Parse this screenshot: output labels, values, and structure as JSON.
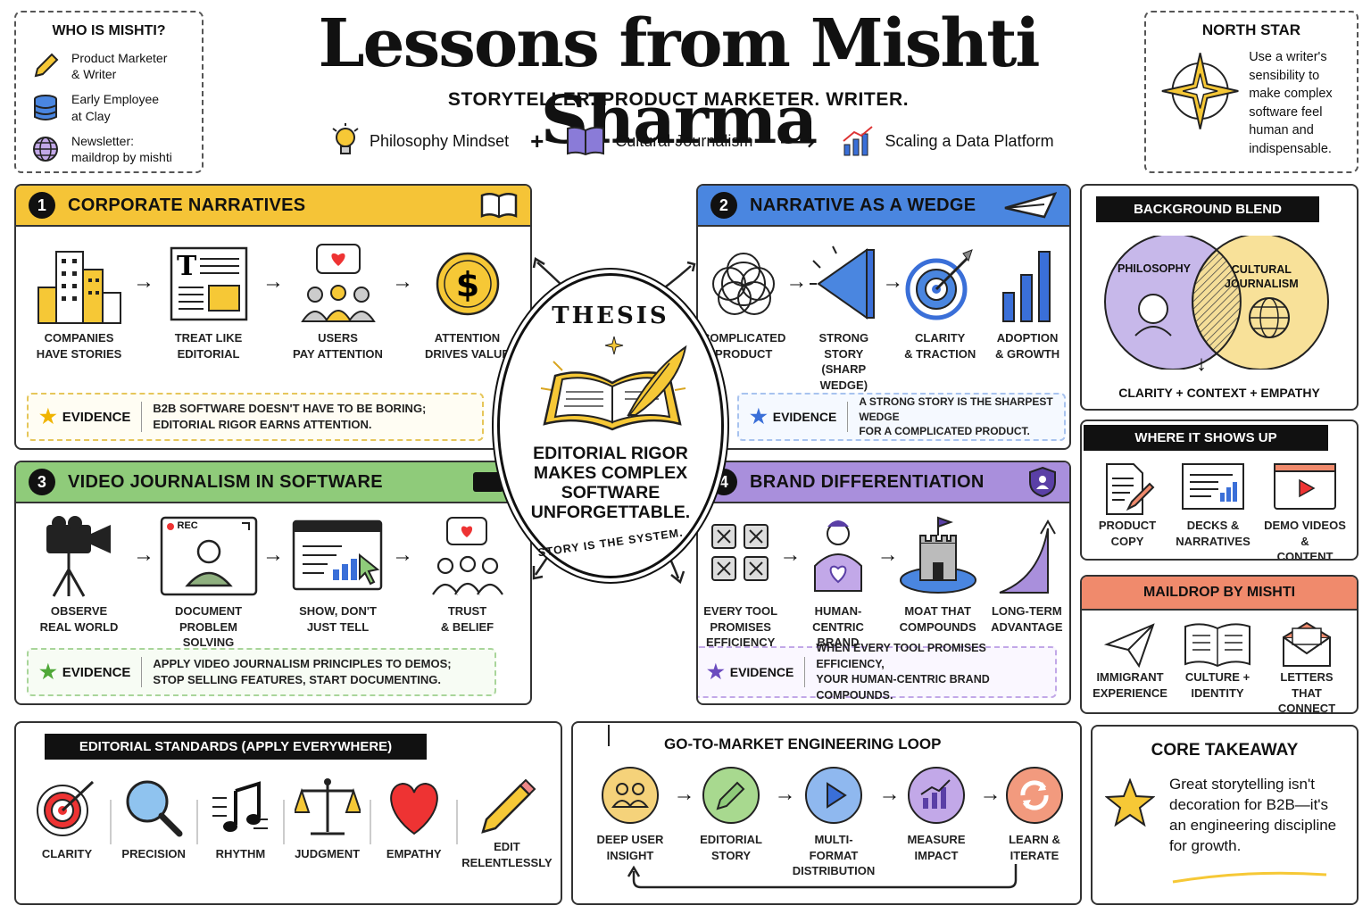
{
  "title": "Lessons from Mishti Sharma",
  "subtitle": "STORYTELLER. PRODUCT MARKETER. WRITER.",
  "formula": {
    "a": "Philosophy Mindset",
    "plus": "+",
    "b": "Cultural Journalism",
    "arrow": "⟶",
    "c": "Scaling a Data Platform"
  },
  "who": {
    "title": "WHO IS MISHTI?",
    "items": [
      {
        "icon": "pencil-icon",
        "line1": "Product Marketer",
        "line2": "& Writer"
      },
      {
        "icon": "database-icon",
        "line1": "Early Employee",
        "line2": "at Clay"
      },
      {
        "icon": "globe-icon",
        "line1": "Newsletter:",
        "line2": "maildrop by mishti"
      }
    ]
  },
  "north": {
    "title": "NORTH STAR",
    "text": "Use a writer's sensibility to make complex software feel human and indispensable."
  },
  "s1": {
    "num": "1",
    "title": "CORPORATE NARRATIVES",
    "color": "#f5c437",
    "steps": [
      {
        "l1": "COMPANIES",
        "l2": "HAVE STORIES"
      },
      {
        "l1": "TREAT LIKE",
        "l2": "EDITORIAL"
      },
      {
        "l1": "USERS",
        "l2": "PAY ATTENTION"
      },
      {
        "l1": "ATTENTION",
        "l2": "DRIVES VALUE"
      }
    ],
    "evidence": "EVIDENCE",
    "ev1": "B2B SOFTWARE DOESN'T HAVE TO BE BORING;",
    "ev2": "EDITORIAL RIGOR EARNS ATTENTION."
  },
  "s2": {
    "num": "2",
    "title": "NARRATIVE AS A WEDGE",
    "color": "#4a86e0",
    "steps": [
      {
        "l1": "COMPLICATED",
        "l2": "PRODUCT"
      },
      {
        "l1": "STRONG STORY",
        "l2": "(SHARP WEDGE)"
      },
      {
        "l1": "CLARITY",
        "l2": "& TRACTION"
      },
      {
        "l1": "ADOPTION",
        "l2": "& GROWTH"
      }
    ],
    "evidence": "EVIDENCE",
    "ev1": "A STRONG STORY IS THE SHARPEST WEDGE",
    "ev2": "FOR A COMPLICATED PRODUCT."
  },
  "s3": {
    "num": "3",
    "title": "VIDEO JOURNALISM IN SOFTWARE",
    "color": "#8fcb7a",
    "steps": [
      {
        "l1": "OBSERVE",
        "l2": "REAL WORLD"
      },
      {
        "l1": "DOCUMENT",
        "l2": "PROBLEM SOLVING"
      },
      {
        "l1": "SHOW, DON'T",
        "l2": "JUST TELL"
      },
      {
        "l1": "TRUST",
        "l2": "& BELIEF"
      }
    ],
    "rec": "REC",
    "evidence": "EVIDENCE",
    "ev1": "APPLY VIDEO JOURNALISM PRINCIPLES TO DEMOS;",
    "ev2": "STOP SELLING FEATURES, START DOCUMENTING."
  },
  "s4": {
    "num": "4",
    "title": "BRAND DIFFERENTIATION",
    "color": "#a98fdc",
    "steps": [
      {
        "l1": "EVERY TOOL",
        "l2": "PROMISES",
        "l3": "EFFICIENCY"
      },
      {
        "l1": "HUMAN-CENTRIC",
        "l2": "BRAND",
        "l3": ""
      },
      {
        "l1": "MOAT THAT",
        "l2": "COMPOUNDS",
        "l3": ""
      },
      {
        "l1": "LONG-TERM",
        "l2": "ADVANTAGE",
        "l3": ""
      }
    ],
    "evidence": "EVIDENCE",
    "ev1": "WHEN EVERY TOOL PROMISES EFFICIENCY,",
    "ev2": "YOUR HUMAN-CENTRIC BRAND COMPOUNDS."
  },
  "thesis": {
    "label": "THESIS",
    "text": "EDITORIAL RIGOR MAKES COMPLEX SOFTWARE UNFORGETTABLE.",
    "footer": "STORY IS THE SYSTEM."
  },
  "blend": {
    "title": "BACKGROUND BLEND",
    "left": "PHILOSOPHY",
    "right1": "CULTURAL",
    "right2": "JOURNALISM",
    "result": "CLARITY + CONTEXT + EMPATHY"
  },
  "where": {
    "title": "WHERE IT SHOWS UP",
    "items": [
      {
        "l1": "PRODUCT",
        "l2": "COPY"
      },
      {
        "l1": "DECKS &",
        "l2": "NARRATIVES"
      },
      {
        "l1": "DEMO VIDEOS &",
        "l2": "CONTENT"
      }
    ]
  },
  "maildrop": {
    "title": "MAILDROP BY MISHTI",
    "color": "#f08a6c",
    "items": [
      {
        "l1": "IMMIGRANT",
        "l2": "EXPERIENCE"
      },
      {
        "l1": "CULTURE +",
        "l2": "IDENTITY"
      },
      {
        "l1": "LETTERS",
        "l2": "THAT CONNECT"
      }
    ]
  },
  "standards": {
    "title": "EDITORIAL STANDARDS (APPLY EVERYWHERE)",
    "items": [
      {
        "l1": "CLARITY",
        "l2": ""
      },
      {
        "l1": "PRECISION",
        "l2": ""
      },
      {
        "l1": "RHYTHM",
        "l2": ""
      },
      {
        "l1": "JUDGMENT",
        "l2": ""
      },
      {
        "l1": "EMPATHY",
        "l2": ""
      },
      {
        "l1": "EDIT",
        "l2": "RELENTLESSLY"
      }
    ]
  },
  "loop": {
    "title": "GO-TO-MARKET ENGINEERING LOOP",
    "items": [
      {
        "l1": "DEEP USER",
        "l2": "INSIGHT",
        "color": "#f5d27a"
      },
      {
        "l1": "EDITORIAL",
        "l2": "STORY",
        "color": "#a8d98f"
      },
      {
        "l1": "MULTI-FORMAT",
        "l2": "DISTRIBUTION",
        "color": "#8fb8ef"
      },
      {
        "l1": "MEASURE",
        "l2": "IMPACT",
        "color": "#c2a8e8"
      },
      {
        "l1": "LEARN &",
        "l2": "ITERATE",
        "color": "#f29a7e"
      }
    ]
  },
  "core": {
    "title": "CORE TAKEAWAY",
    "text": "Great storytelling isn't decoration for B2B—it's an engineering discipline for growth."
  }
}
